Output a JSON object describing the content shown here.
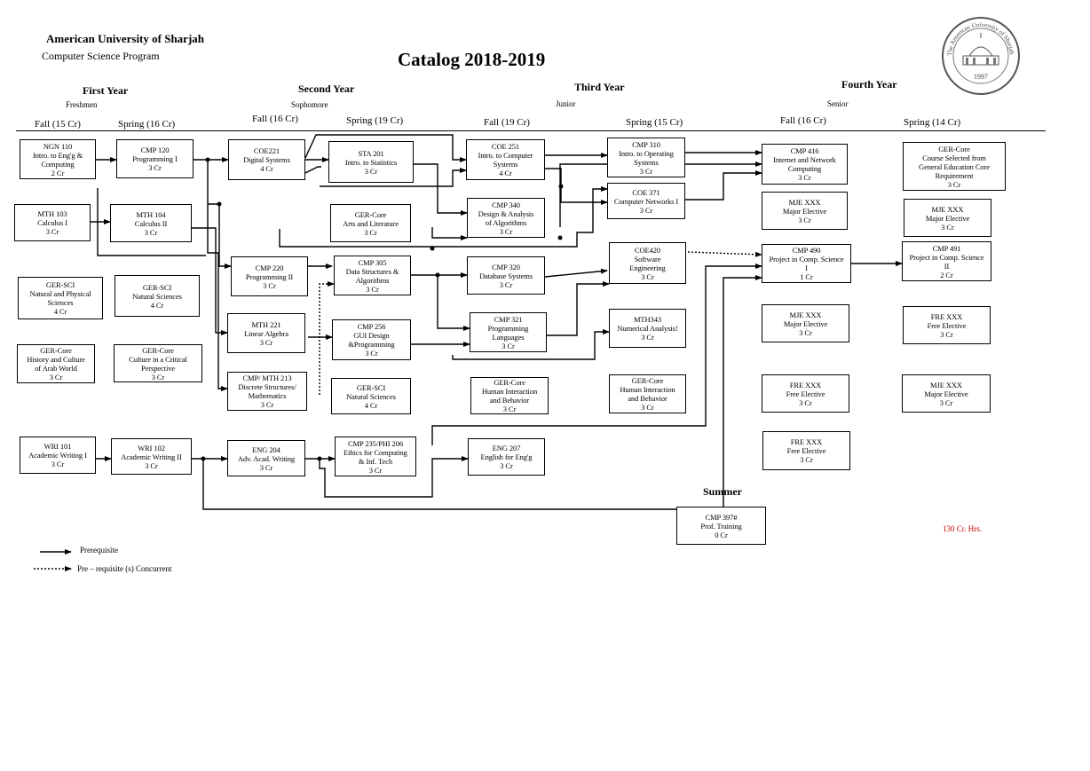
{
  "header": {
    "university": "American University of Sharjah",
    "program": "Computer Science Program",
    "catalog": "Catalog 2018-2019",
    "seal": {
      "top_text": "The American University of Sharjah",
      "year": "1997"
    }
  },
  "years": [
    {
      "name": "First Year",
      "level": "Freshmen",
      "fall": "Fall (15 Cr)",
      "spring": "Spring (16 Cr)"
    },
    {
      "name": "Second Year",
      "level": "Sophomore",
      "fall": "Fall (16 Cr)",
      "spring": "Spring (19 Cr)"
    },
    {
      "name": "Third Year",
      "level": "Junior",
      "fall": "Fall (19 Cr)",
      "spring": "Spring (15 Cr)"
    },
    {
      "name": "Fourth Year",
      "level": "Senior",
      "fall": "Fall (16 Cr)",
      "spring": "Spring (14 Cr)"
    }
  ],
  "courses": {
    "ngn110": [
      "NGN 110",
      "Intro. to Eng'g &",
      "Computing",
      "2 Cr"
    ],
    "mth103": [
      "MTH 103",
      "Calculus I",
      "3 Cr"
    ],
    "gersci1": [
      "GER-SCI",
      "Natural and Physical",
      "Sciences",
      "4 Cr"
    ],
    "gercore1": [
      "GER-Core",
      "History and Culture",
      "of Arab World",
      "3 Cr"
    ],
    "wri101": [
      "WRI 101",
      "Academic Writing I",
      "3 Cr"
    ],
    "cmp120": [
      "CMP 120",
      "Programming I",
      "3 Cr"
    ],
    "mth104": [
      "MTH 104",
      "Calculus II",
      "3 Cr"
    ],
    "gersci2": [
      "GER-SCI",
      "Natural Sciences",
      "4 Cr"
    ],
    "gercore2": [
      "GER-Core",
      "Culture in a Critical",
      "Perspective",
      "3 Cr"
    ],
    "wri102": [
      "WRI 102",
      "Academic Writing II",
      "3 Cr"
    ],
    "coe221": [
      "COE221",
      "Digital Systems",
      "4 Cr"
    ],
    "cmp220": [
      "CMP 220",
      "Programming II",
      "3 Cr"
    ],
    "mth221": [
      "MTH 221",
      "Linear Algebra",
      "3 Cr"
    ],
    "cmp213": [
      "CMP/ MTH 213",
      "Discrete Structures/",
      "Mathematics",
      "3 Cr"
    ],
    "eng204": [
      "ENG 204",
      "Adv. Acad. Writing",
      "3 Cr"
    ],
    "sta201": [
      "STA 201",
      "Intro. to Statistics",
      "3 Cr"
    ],
    "gercore3": [
      "GER-Core",
      "Arts and Literature",
      "3 Cr"
    ],
    "cmp305": [
      "CMP 305",
      "Data Structures &",
      "Algorithms",
      "3 Cr"
    ],
    "cmp256": [
      "CMP 256",
      "GUI Design",
      "&Programming",
      "3 Cr"
    ],
    "gersci3": [
      "GER-SCI",
      "Natural Sciences",
      "4 Cr"
    ],
    "cmp235": [
      "CMP 235/PHI 206",
      "Ethics for Computing",
      "& Inf. Tech",
      "3 Cr"
    ],
    "coe251": [
      "COE 251",
      "Intro. to Computer",
      "Systems",
      "4 Cr"
    ],
    "cmp340": [
      "CMP 340",
      "Design & Analysis",
      "of Algorithms",
      "3 Cr"
    ],
    "cmp320": [
      "CMP 320",
      "Database Systems",
      "3 Cr"
    ],
    "cmp321": [
      "CMP 321",
      "Programming",
      "Languages",
      "3 Cr"
    ],
    "gercore4": [
      "GER-Core",
      "Human Interaction",
      "and Behavior",
      "3 Cr"
    ],
    "eng207": [
      "ENG 207",
      "English for Eng'g",
      "3 Cr"
    ],
    "cmp310": [
      "CMP 310",
      "Intro. to Operating",
      "Systems",
      "3 Cr"
    ],
    "coe371": [
      "COE 371",
      "Computer Networks I",
      "3 Cr"
    ],
    "coe420": [
      "COE420",
      "Software",
      "Engineering",
      "3 Cr"
    ],
    "mth343": [
      "MTH343",
      "Numerical Analysis!",
      "3 Cr"
    ],
    "gercore5": [
      "GER-Core",
      "Human Interaction",
      "and Behavior",
      "3 Cr"
    ],
    "cmp416": [
      "CMP 416",
      "Internet and Network",
      "Computing",
      "3 Cr"
    ],
    "mje1": [
      "MJE XXX",
      "Major Elective",
      "3 Cr"
    ],
    "cmp490": [
      "CMP 490",
      "Project in Comp. Science",
      "I",
      "1 Cr"
    ],
    "mje2": [
      "MJE XXX",
      "Major Elective",
      "3 Cr"
    ],
    "fre1": [
      "FRE XXX",
      "Free Elective",
      "3 Cr"
    ],
    "fre2": [
      "FRE XXX",
      "Free Elective",
      "3 Cr"
    ],
    "gercore6": [
      "GER-Core",
      "Course Selected from",
      "General Education Core",
      "Requirement",
      "3 Cr"
    ],
    "mje3": [
      "MJE XXX",
      "Major Elective",
      "3 Cr"
    ],
    "cmp491": [
      "CMP 491",
      "Project in Comp. Science",
      "II",
      "2 Cr"
    ],
    "fre3": [
      "FRE XXX",
      "Free Elective",
      "3 Cr"
    ],
    "mje4": [
      "MJE XXX",
      "Major Elective",
      "3 Cr"
    ],
    "cmp397": [
      "CMP 397#",
      "Prof. Training",
      "0 Cr"
    ]
  },
  "summer": "Summer",
  "total_credits": "130 Cr. Hrs.",
  "legend": {
    "prerequisite": "Prerequisite",
    "concurrent": "Pre – requisite (s) Concurrent"
  }
}
